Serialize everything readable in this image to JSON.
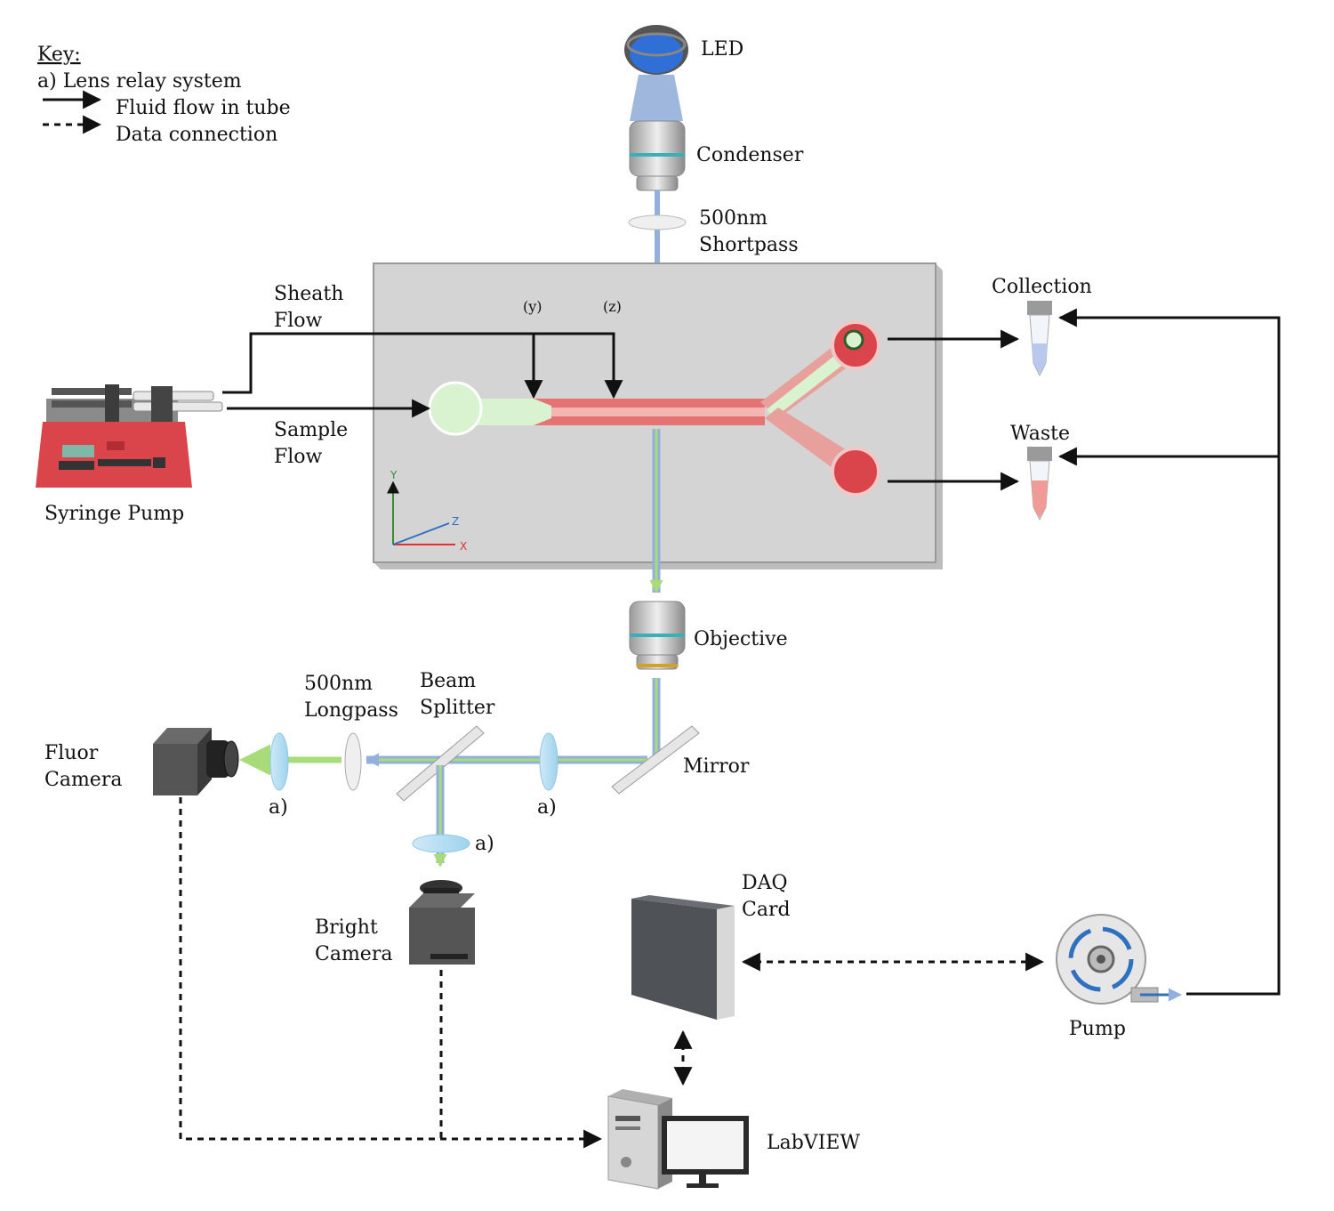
{
  "key": {
    "title": "Key:",
    "lens_relay": "a) Lens relay system",
    "fluid_flow": "Fluid flow in tube",
    "data_connection": "Data connection"
  },
  "labels": {
    "led": "LED",
    "condenser": "Condenser",
    "shortpass_1": "500nm",
    "shortpass_2": "Shortpass",
    "sheath_1": "Sheath",
    "sheath_2": "Flow",
    "sample_1": "Sample",
    "sample_2": "Flow",
    "syringe_pump": "Syringe Pump",
    "y_port": "(y)",
    "z_port": "(z)",
    "collection": "Collection",
    "waste": "Waste",
    "objective": "Objective",
    "longpass_1": "500nm",
    "longpass_2": "Longpass",
    "beam_1": "Beam",
    "beam_2": "Splitter",
    "mirror": "Mirror",
    "fluor_1": "Fluor",
    "fluor_2": "Camera",
    "lens_a1": "a)",
    "lens_a2": "a)",
    "lens_a3": "a)",
    "bright_1": "Bright",
    "bright_2": "Camera",
    "daq_1": "DAQ",
    "daq_2": "Card",
    "pump": "Pump",
    "labview": "LabVIEW"
  },
  "axes": {
    "y": "Y",
    "z": "Z",
    "x": "X"
  },
  "colors": {
    "light_path": "#93b0dc",
    "fluor_path": "#a8dc7a",
    "chip": "#d4d4d4",
    "channel": "#d9534f",
    "sample_stream": "#d9f2cf",
    "led_blue": "#2f6fd6",
    "pump_red": "#d9454a"
  }
}
